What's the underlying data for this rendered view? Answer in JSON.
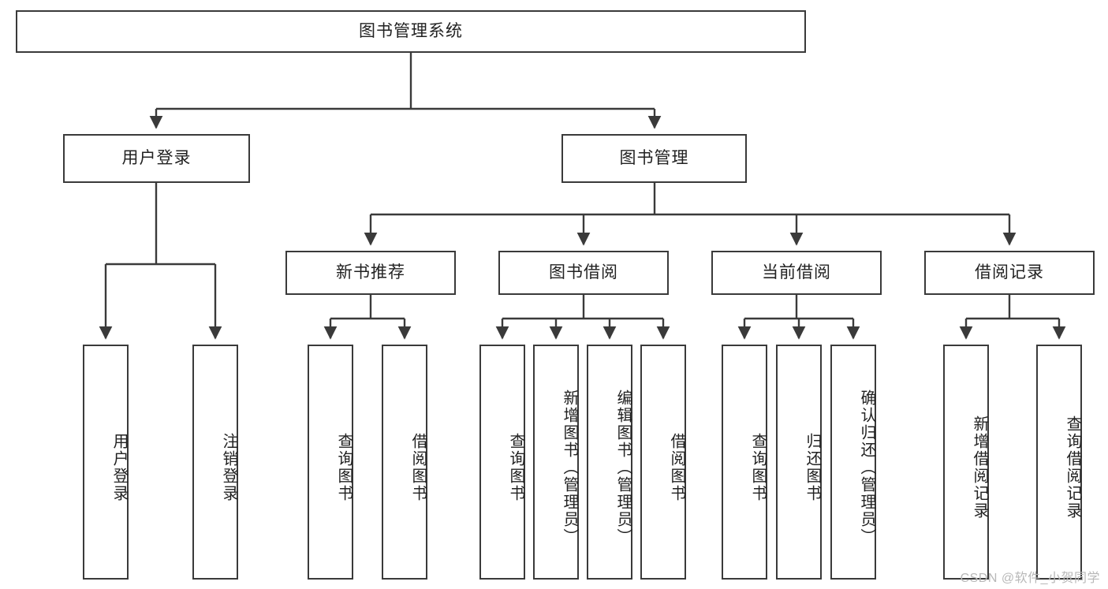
{
  "diagram": {
    "type": "tree-hierarchy",
    "title": "图书管理系统",
    "style": {
      "box_border_color": "#3a3a3a",
      "box_fill_color": "#ffffff",
      "connector_color": "#3a3a3a",
      "text_color": "#222222",
      "background": "#ffffff"
    }
  },
  "root": {
    "label": "图书管理系统"
  },
  "level1": [
    {
      "label": "用户登录"
    },
    {
      "label": "图书管理"
    }
  ],
  "level2": [
    {
      "label": "新书推荐"
    },
    {
      "label": "图书借阅"
    },
    {
      "label": "当前借阅"
    },
    {
      "label": "借阅记录"
    }
  ],
  "leaves": {
    "user_login": [
      {
        "label": "用户登录"
      },
      {
        "label": "注销登录"
      }
    ],
    "new_book_recommend": [
      {
        "label": "查询图书"
      },
      {
        "label": "借阅图书"
      }
    ],
    "book_borrow": [
      {
        "label": "查询图书"
      },
      {
        "label": "新增图书（管理员）"
      },
      {
        "label": "编辑图书（管理员）"
      },
      {
        "label": "借阅图书"
      }
    ],
    "current_borrow": [
      {
        "label": "查询图书"
      },
      {
        "label": "归还图书"
      },
      {
        "label": "确认归还（管理员）"
      }
    ],
    "borrow_record": [
      {
        "label": "新增借阅记录"
      },
      {
        "label": "查询借阅记录"
      }
    ]
  },
  "watermark": {
    "text": "CSDN @软件_小贺同学"
  }
}
